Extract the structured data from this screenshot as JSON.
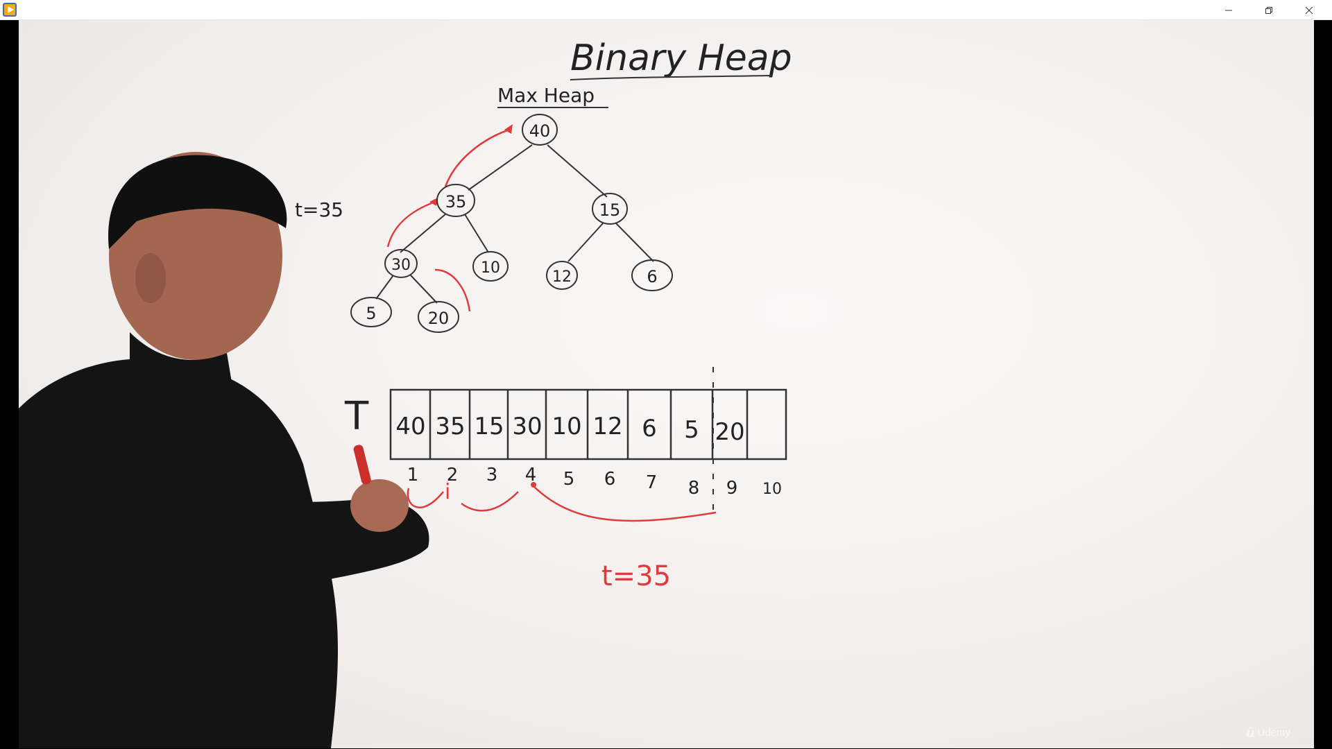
{
  "window": {
    "icon": "play-icon",
    "controls": {
      "minimize": "minimize-icon",
      "maximize": "restore-icon",
      "close": "close-icon"
    }
  },
  "board": {
    "title": "Binary Heap",
    "subtitle": "Max Heap",
    "temp_left": "t=35",
    "temp_bottom": "t=35",
    "array_label": "T",
    "tree_nodes": [
      "40",
      "35",
      "15",
      "30",
      "10",
      "12",
      "6",
      "5",
      "20"
    ],
    "array_values": [
      "40",
      "35",
      "15",
      "30",
      "10",
      "12",
      "6",
      "5",
      "20",
      ""
    ],
    "indices": [
      "1",
      "2",
      "3",
      "4",
      "5",
      "6",
      "7",
      "8",
      "9",
      "10"
    ],
    "cursor_label": "i",
    "colors": {
      "ink": "#222222",
      "marker_red": "#e03b3b",
      "board": "#f5f2f1"
    }
  },
  "watermark": {
    "brand": "Udemy",
    "icon": "udemy-logo-icon"
  }
}
